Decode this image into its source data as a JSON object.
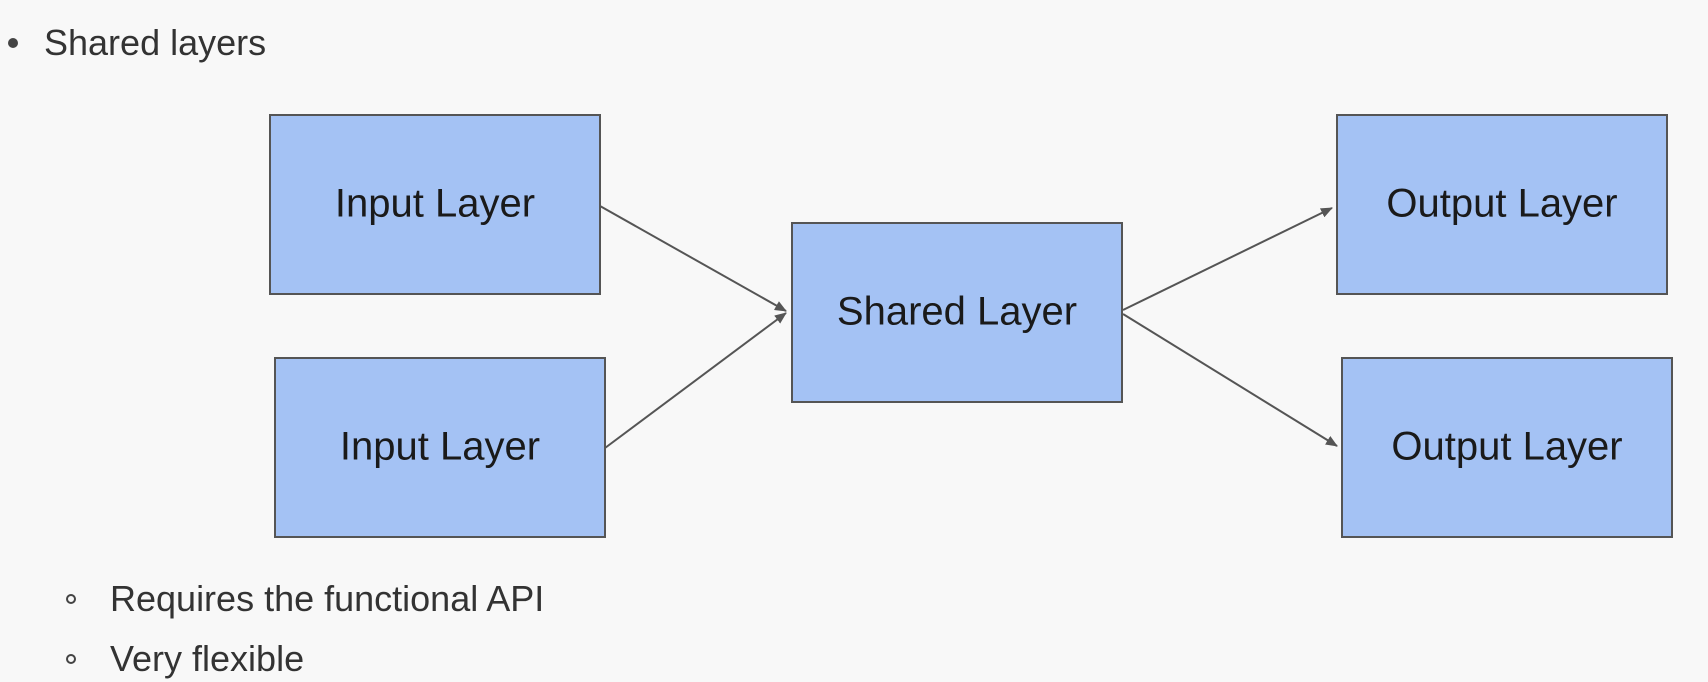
{
  "list": {
    "main_item": "Shared layers",
    "sub_items": [
      "Requires the functional API",
      "Very flexible"
    ]
  },
  "diagram": {
    "colors": {
      "node_fill": "#a4c2f4",
      "node_stroke": "#555555",
      "edge": "#555555"
    },
    "nodes": [
      {
        "id": "input1",
        "label": "Input Layer"
      },
      {
        "id": "input2",
        "label": "Input Layer"
      },
      {
        "id": "shared",
        "label": "Shared Layer"
      },
      {
        "id": "output1",
        "label": "Output Layer"
      },
      {
        "id": "output2",
        "label": "Output Layer"
      }
    ],
    "edges": [
      {
        "from": "input1",
        "to": "shared"
      },
      {
        "from": "input2",
        "to": "shared"
      },
      {
        "from": "shared",
        "to": "output1"
      },
      {
        "from": "shared",
        "to": "output2"
      }
    ]
  }
}
